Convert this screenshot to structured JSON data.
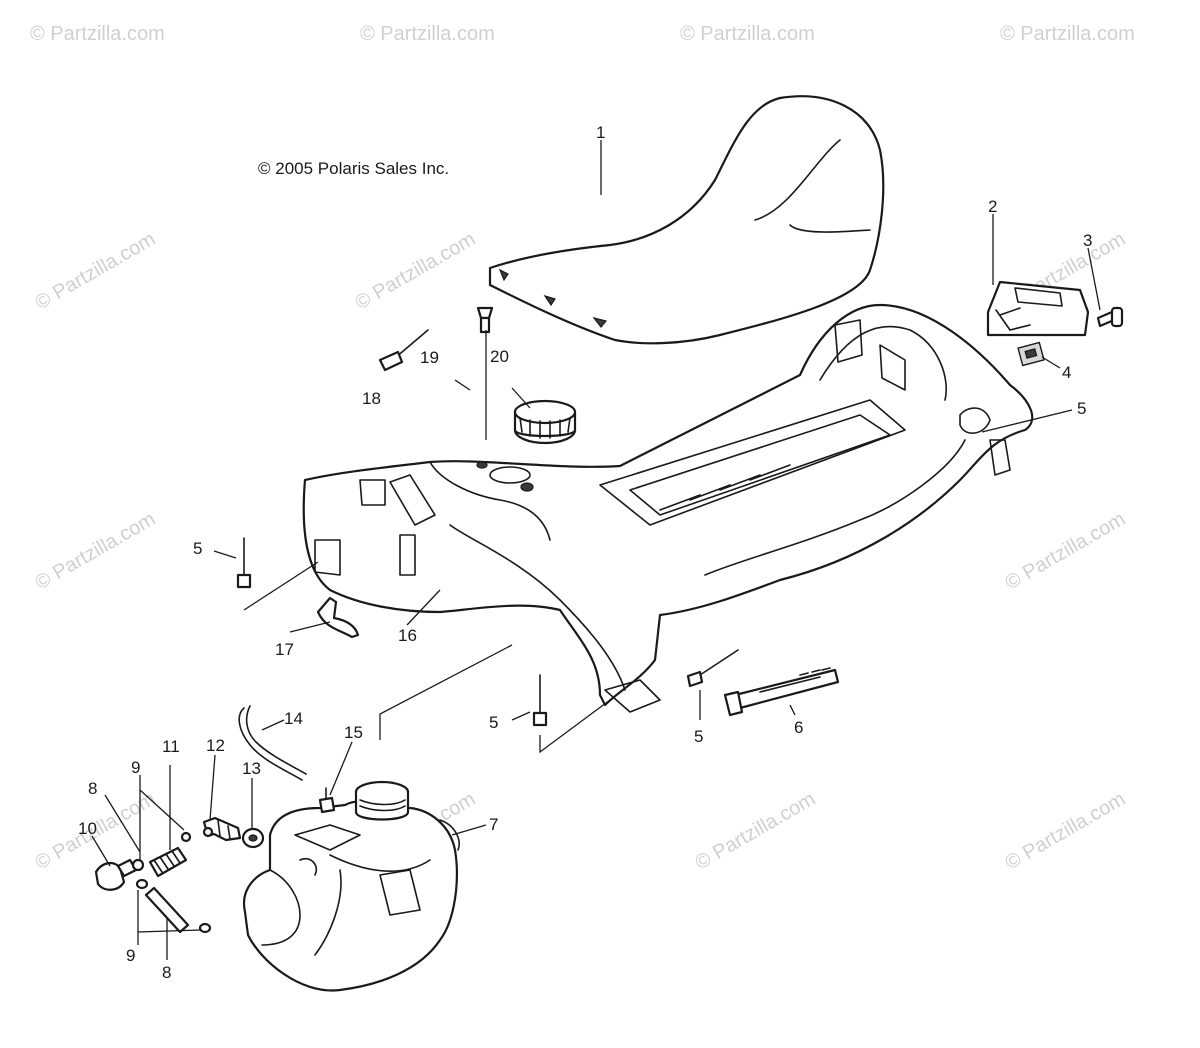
{
  "copyright": "© 2005 Polaris Sales Inc.",
  "watermark": "© Partzilla.com",
  "callouts": {
    "c1": "1",
    "c2": "2",
    "c3": "3",
    "c4": "4",
    "c5a": "5",
    "c5b": "5",
    "c5c": "5",
    "c5d": "5",
    "c6": "6",
    "c7": "7",
    "c8a": "8",
    "c8b": "8",
    "c9a": "9",
    "c9b": "9",
    "c10": "10",
    "c11": "11",
    "c12": "12",
    "c13": "13",
    "c14": "14",
    "c15": "15",
    "c16": "16",
    "c17": "17",
    "c18": "18",
    "c19": "19",
    "c20": "20"
  }
}
